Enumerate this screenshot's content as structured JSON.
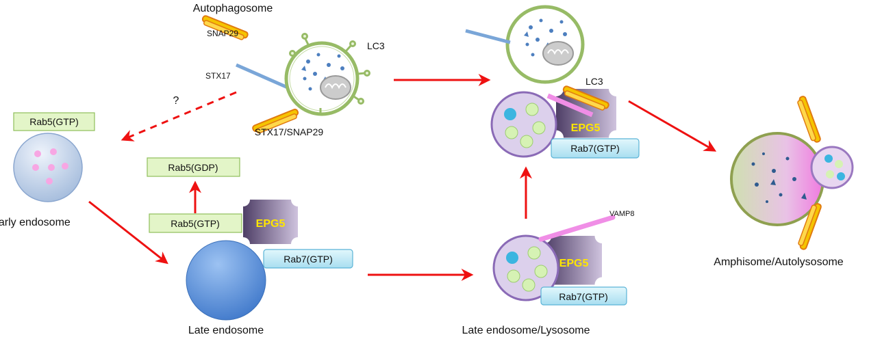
{
  "title": "Autophagosome maturation pathway",
  "labels": {
    "autophagosome": "Autophagosome",
    "snap29": "SNAP29",
    "stx17": "STX17",
    "lc3": "LC3",
    "question": "?",
    "stx17_snap29": "STX17/SNAP29",
    "early_endosome": "Early endosome",
    "late_endosome": "Late endosome",
    "late_endosome_lysosome": "Late endosome/Lysosome",
    "amphisome": "Amphisome/Autolysosome",
    "vamp8": "VAMP8",
    "lc3_fused": "LC3"
  },
  "boxes": {
    "rab5_gtp_early": "Rab5(GTP)",
    "rab5_gdp": "Rab5(GDP)",
    "rab5_gtp_late": "Rab5(GTP)",
    "rab7_late": "Rab7(GTP)",
    "rab7_lys": "Rab7(GTP)",
    "rab7_fused": "Rab7(GTP)"
  },
  "epg5": {
    "late": "EPG5",
    "lys": "EPG5",
    "fused": "EPG5"
  },
  "colors": {
    "arrow": "#ee1111",
    "membrane_green": "#8fb35a",
    "rab5_fill": "#e3f5c8",
    "rab7_fill": "#c4ecf7",
    "lysosome_fill": "#dcd0ec",
    "epg5_fill": "#6e5a86"
  }
}
